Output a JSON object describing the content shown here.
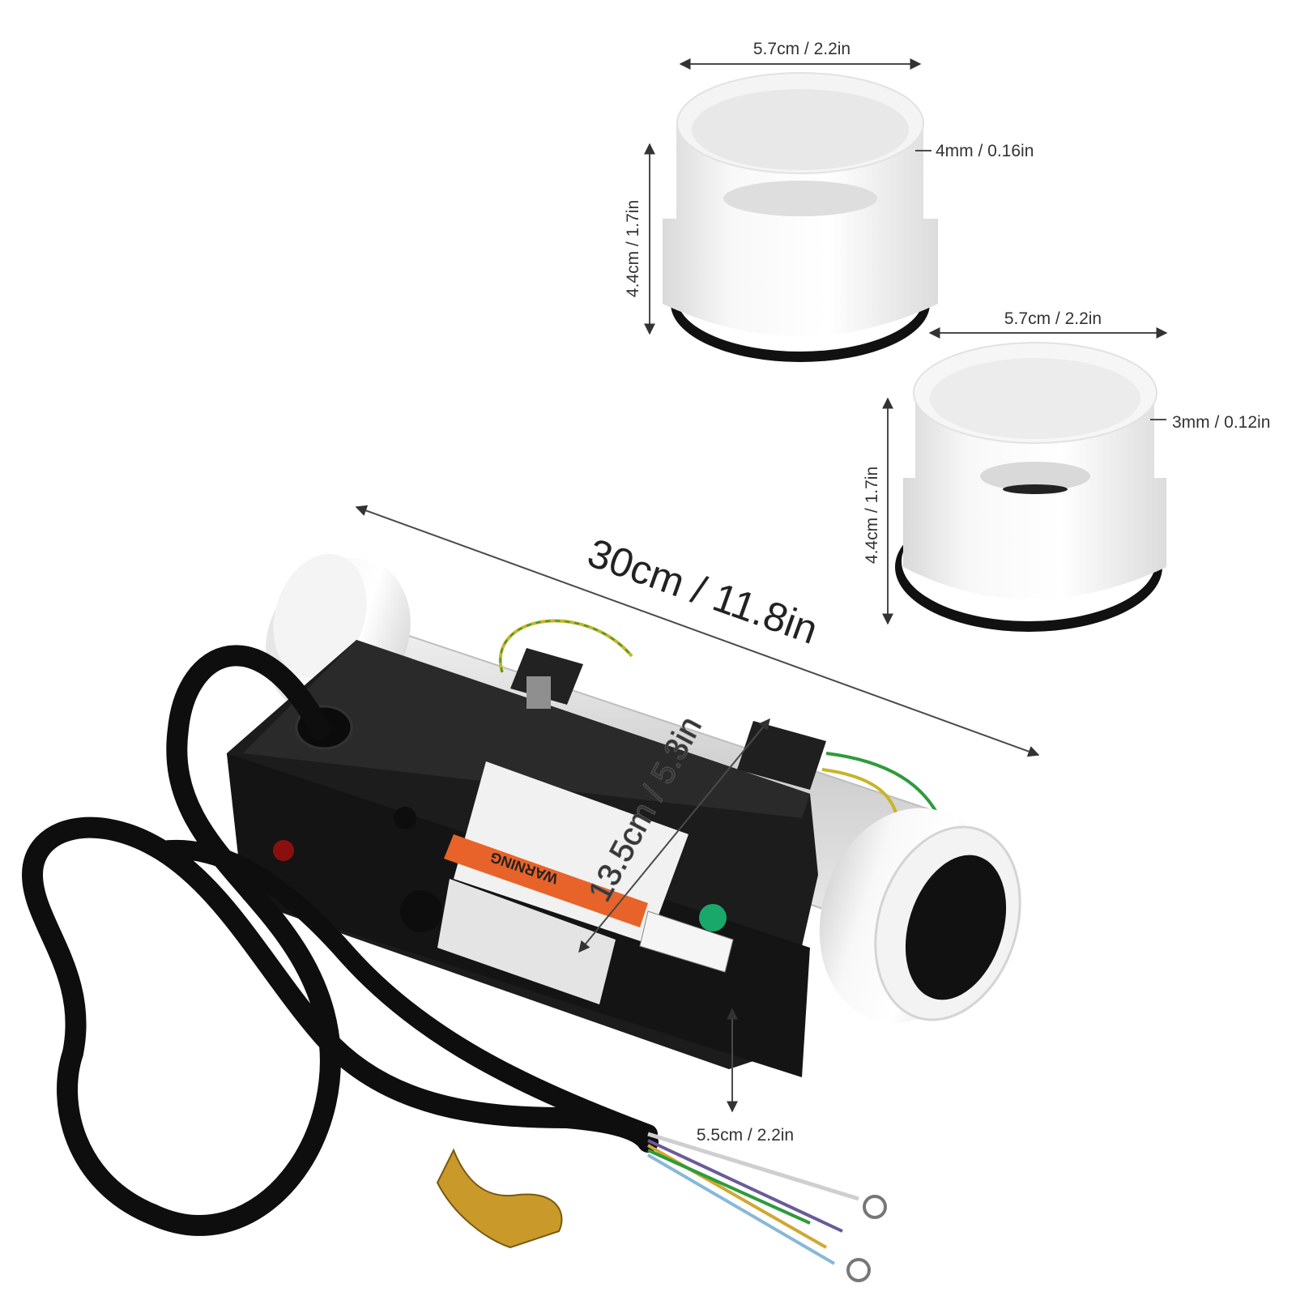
{
  "product": {
    "heater_label": "WARNING",
    "colors": {
      "background": "#ffffff",
      "fitting_white": "#f3f3f3",
      "gasket_black": "#111111",
      "heater_black": "#1b1b1b",
      "cable_black": "#0e0e0e",
      "warning_orange": "#e8632a",
      "indicator_green": "#1aa86a",
      "indicator_red": "#8a1010"
    }
  },
  "dimensions": {
    "fitting1_width": "5.7cm / 2.2in",
    "fitting1_height": "4.4cm / 1.7in",
    "fitting1_wall": "4mm / 0.16in",
    "fitting2_width": "5.7cm / 2.2in",
    "fitting2_height": "4.4cm / 1.7in",
    "fitting2_wall": "3mm / 0.12in",
    "heater_length": "30cm / 11.8in",
    "heater_width": "13.5cm / 5.3in",
    "heater_height": "5.5cm / 2.2in"
  }
}
